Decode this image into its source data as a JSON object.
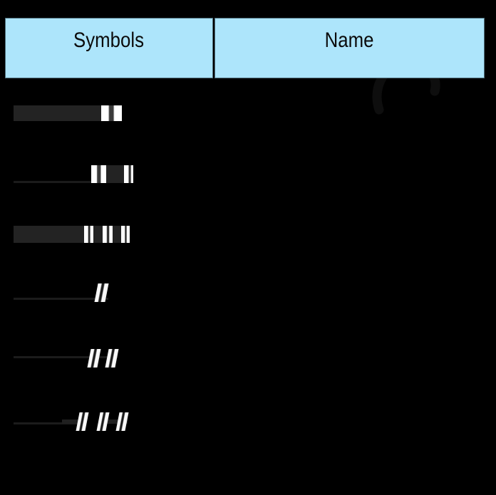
{
  "figure": {
    "background_color": "#000000",
    "header_fill": "#ADE5FB",
    "header_border": "#4F6F7C",
    "symbol_body_color": "#232323",
    "symbol_band_color": "#FFFFFF"
  },
  "table": {
    "columns": [
      {
        "key": "symbols",
        "label": "Symbols"
      },
      {
        "key": "name",
        "label": "Name"
      }
    ]
  },
  "rows": [
    {
      "index": 1,
      "symbol_type": "thick-bar",
      "name": ""
    },
    {
      "index": 2,
      "symbol_type": "thin-line-with-blocks",
      "name": ""
    },
    {
      "index": 3,
      "symbol_type": "thick-bar-banded",
      "name": ""
    },
    {
      "index": 4,
      "symbol_type": "thin-line-single-band",
      "name": ""
    },
    {
      "index": 5,
      "symbol_type": "thin-line-two-bands",
      "name": ""
    },
    {
      "index": 6,
      "symbol_type": "thin-line-three-bands",
      "name": ""
    }
  ],
  "watermark": {
    "present": true,
    "label": "faint-watermark"
  }
}
